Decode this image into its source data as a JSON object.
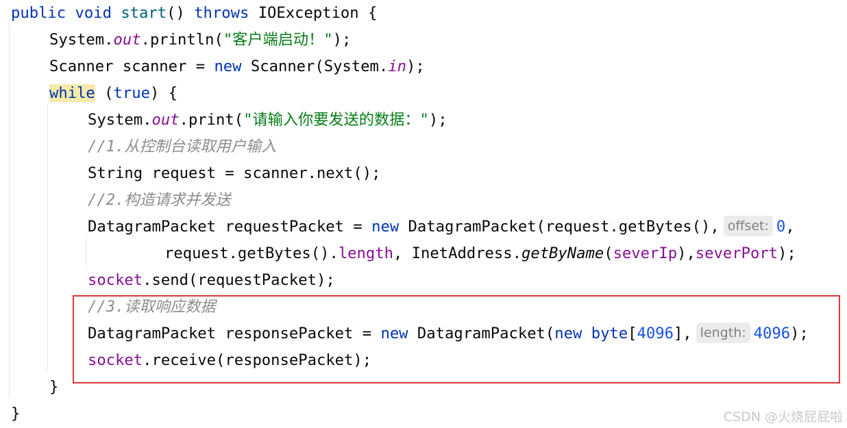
{
  "code": {
    "l1": {
      "kw1": "public",
      "kw2": "void",
      "method": "start",
      "paren": "()",
      "kw3": "throws",
      "rest": "IOException {"
    },
    "l2": {
      "a": "System.",
      "field": "out",
      "b": ".println(",
      "str": "\"客户端启动！\"",
      "c": ");"
    },
    "l3": {
      "a": "Scanner scanner = ",
      "kw": "new",
      "b": " Scanner(System.",
      "field": "in",
      "c": ");"
    },
    "l4": {
      "kw": "while",
      "a": " (",
      "kw2": "true",
      "b": ") {"
    },
    "l5": {
      "a": "System.",
      "field": "out",
      "b": ".print(",
      "str": "\"请输入你要发送的数据：\"",
      "c": ");"
    },
    "l6": {
      "comment": "//1.从控制台读取用户输入"
    },
    "l7": {
      "a": "String request = scanner.next();"
    },
    "l8": {
      "comment": "//2.构造请求并发送"
    },
    "l9": {
      "a": "DatagramPacket requestPacket = ",
      "kw": "new",
      "b": " DatagramPacket(request.getBytes(),",
      "hint": "offset:",
      "num": "0",
      "c": ","
    },
    "l10": {
      "a": "request.getBytes().",
      "prop": "length",
      "b": ", InetAddress.",
      "method": "getByName",
      "c": "(",
      "f1": "severIp",
      "d": "),",
      "f2": "severPort",
      "e": ");"
    },
    "l11": {
      "obj": "socket",
      "a": ".send(requestPacket);"
    },
    "l12": {
      "comment": "//3.读取响应数据"
    },
    "l13": {
      "a": "DatagramPacket responsePacket = ",
      "kw": "new",
      "b": " DatagramPacket(",
      "kw2": "new",
      "c": " ",
      "kw3": "byte",
      "d": "[",
      "num": "4096",
      "e": "],",
      "hint": "length:",
      "num2": "4096",
      "f": ");"
    },
    "l14": {
      "obj": "socket",
      "a": ".receive(responsePacket);"
    },
    "l15": {
      "a": "}"
    },
    "l16": {
      "a": "}"
    }
  },
  "watermark": "CSDN @火烧屁屁啦",
  "colors": {
    "keyword": "#0033b3",
    "field": "#871094",
    "string": "#067d17",
    "comment": "#8c8c8c",
    "number": "#1750eb",
    "highlight_box": "#e0383a"
  }
}
